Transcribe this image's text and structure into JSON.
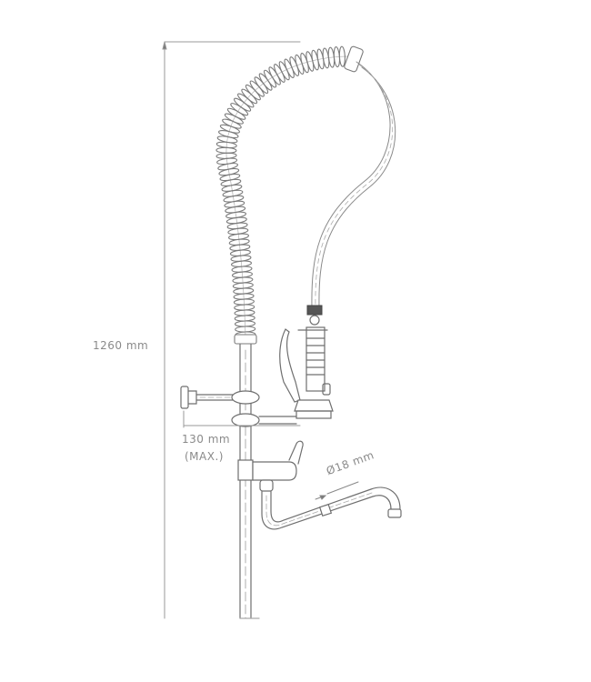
{
  "drawing": {
    "subject": "pre-rinse faucet unit technical drawing",
    "colors": {
      "line": "#6f6f6f",
      "light_line": "#b5b5b5",
      "text": "#8a8a8a",
      "background": "#ffffff"
    }
  },
  "dimensions": {
    "height": "1260 mm",
    "reach": "130 mm",
    "reach_qualifier": "(MAX.)",
    "spout_diameter": "Ø18 mm"
  },
  "components": [
    {
      "name": "wall-bracket"
    },
    {
      "name": "vertical-riser"
    },
    {
      "name": "spring-coil"
    },
    {
      "name": "flexible-hose"
    },
    {
      "name": "pre-rinse-spray-valve"
    },
    {
      "name": "mixer-body-with-lever"
    },
    {
      "name": "swivel-spout"
    }
  ]
}
